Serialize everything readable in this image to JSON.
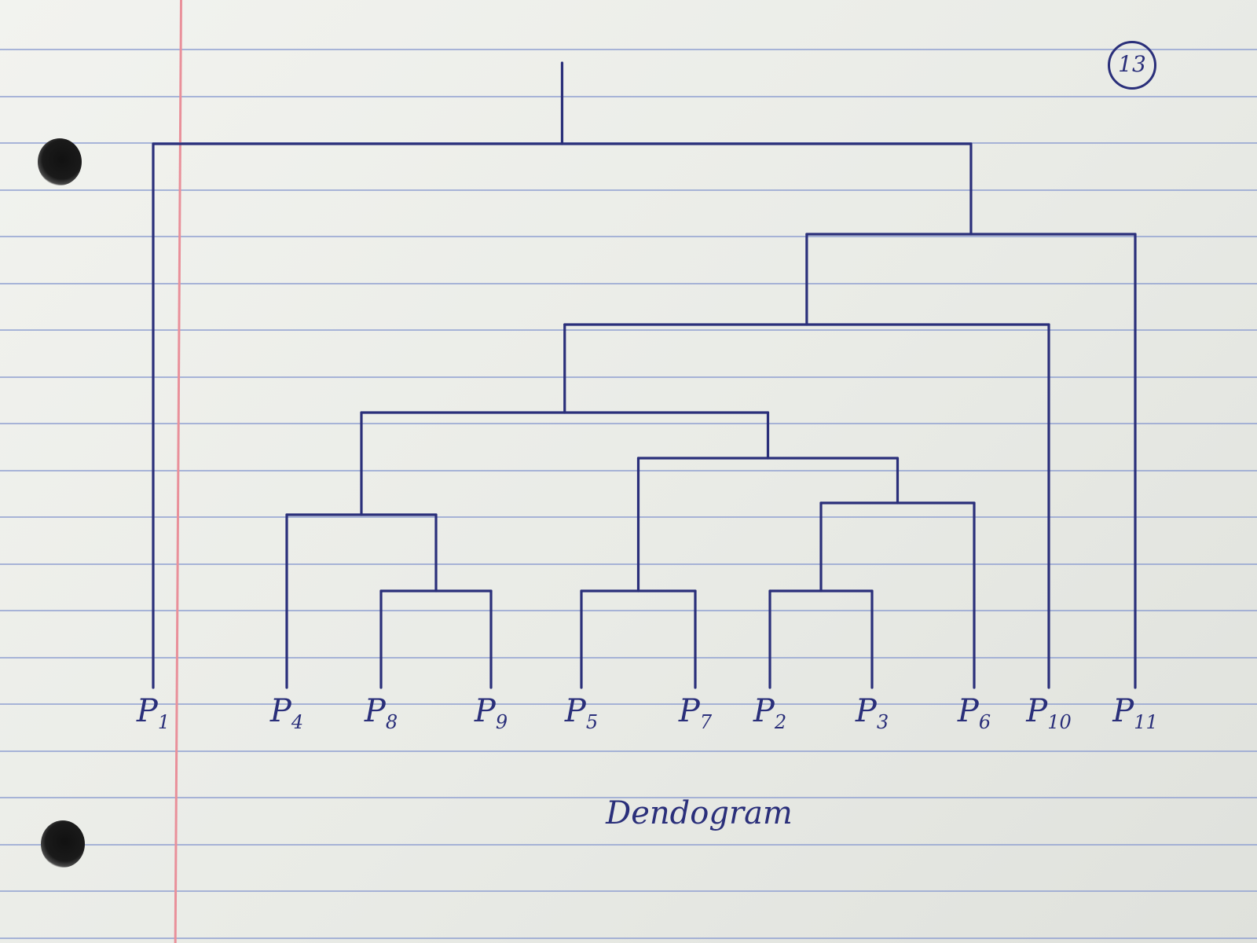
{
  "page_number": "13",
  "caption": "Dendogram",
  "ink_color": "#2a2f7a",
  "leaves": [
    {
      "id": "p1",
      "letter": "P",
      "sub": "1"
    },
    {
      "id": "p4",
      "letter": "P",
      "sub": "4"
    },
    {
      "id": "p8",
      "letter": "P",
      "sub": "8"
    },
    {
      "id": "p9",
      "letter": "P",
      "sub": "9"
    },
    {
      "id": "p5",
      "letter": "P",
      "sub": "5"
    },
    {
      "id": "p7",
      "letter": "P",
      "sub": "7"
    },
    {
      "id": "p2",
      "letter": "P",
      "sub": "2"
    },
    {
      "id": "p3",
      "letter": "P",
      "sub": "3"
    },
    {
      "id": "p6",
      "letter": "P",
      "sub": "6"
    },
    {
      "id": "p10",
      "letter": "P",
      "sub": "10"
    },
    {
      "id": "p11",
      "letter": "P",
      "sub": "11"
    }
  ],
  "merges": [
    {
      "id": "m1",
      "children": [
        "p8",
        "p9"
      ]
    },
    {
      "id": "m2",
      "children": [
        "p5",
        "p7"
      ]
    },
    {
      "id": "m3",
      "children": [
        "p2",
        "p3"
      ]
    },
    {
      "id": "m4",
      "children": [
        "m3",
        "p6"
      ]
    },
    {
      "id": "m5",
      "children": [
        "p4",
        "m1"
      ]
    },
    {
      "id": "m6",
      "children": [
        "m2",
        "m4"
      ]
    },
    {
      "id": "m7",
      "children": [
        "m5",
        "m6"
      ]
    },
    {
      "id": "m8",
      "children": [
        "m7",
        "p10"
      ]
    },
    {
      "id": "m9",
      "children": [
        "m8",
        "p11"
      ]
    },
    {
      "id": "m10",
      "children": [
        "p1",
        "m9"
      ]
    }
  ]
}
